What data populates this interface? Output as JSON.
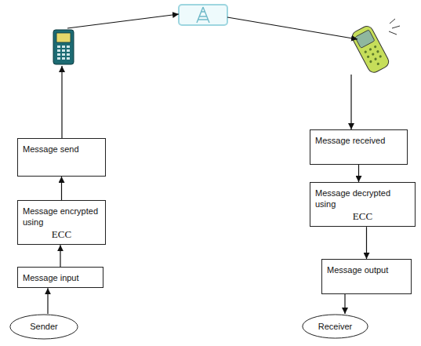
{
  "diagram": {
    "nodes": [
      {
        "text": [
          "Message send"
        ]
      },
      {
        "text": [
          "Message encrypted using",
          "ECC"
        ]
      },
      {
        "text": [
          "Message input"
        ]
      },
      {
        "text": [
          "Sender"
        ]
      },
      {
        "text": [
          "Message received"
        ]
      },
      {
        "text": [
          "Message decrypted using",
          "ECC"
        ]
      },
      {
        "text": [
          "Message output"
        ]
      },
      {
        "text": [
          "Receiver"
        ]
      }
    ],
    "edges": [
      {
        "from": 3,
        "to": 2,
        "arrow": "to"
      },
      {
        "from": 2,
        "to": 1,
        "arrow": "to"
      },
      {
        "from": 1,
        "to": 0,
        "arrow": "to"
      },
      {
        "from": 4,
        "to": 5,
        "arrow": "to"
      },
      {
        "from": 5,
        "to": 6,
        "arrow": "to"
      },
      {
        "from": 6,
        "to": 7,
        "arrow": "to"
      }
    ]
  }
}
